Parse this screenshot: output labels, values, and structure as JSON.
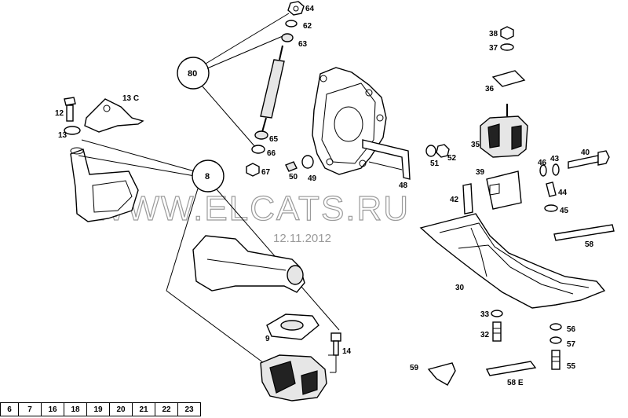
{
  "watermark": {
    "text": "WWW.ELCATS.RU",
    "date": "12.11.2012"
  },
  "callouts": {
    "c80": "80",
    "c8": "8",
    "p64": "64",
    "p62": "62",
    "p63": "63",
    "p65": "65",
    "p66": "66",
    "p67": "67",
    "p12": "12",
    "p13": "13",
    "p13c": "13 C",
    "p50": "50",
    "p49": "49",
    "p51": "51",
    "p52": "52",
    "p48": "48",
    "p38": "38",
    "p37": "37",
    "p36": "36",
    "p35": "35",
    "p40": "40",
    "p46": "46",
    "p43": "43",
    "p39": "39",
    "p44": "44",
    "p42": "42",
    "p45": "45",
    "p58": "58",
    "p30": "30",
    "p33": "33",
    "p32": "32",
    "p56": "56",
    "p57": "57",
    "p55": "55",
    "p9": "9",
    "p14": "14",
    "p59": "59",
    "p58e": "58 E"
  },
  "tabs": [
    "6",
    "7",
    "16",
    "18",
    "19",
    "20",
    "21",
    "22",
    "23"
  ]
}
